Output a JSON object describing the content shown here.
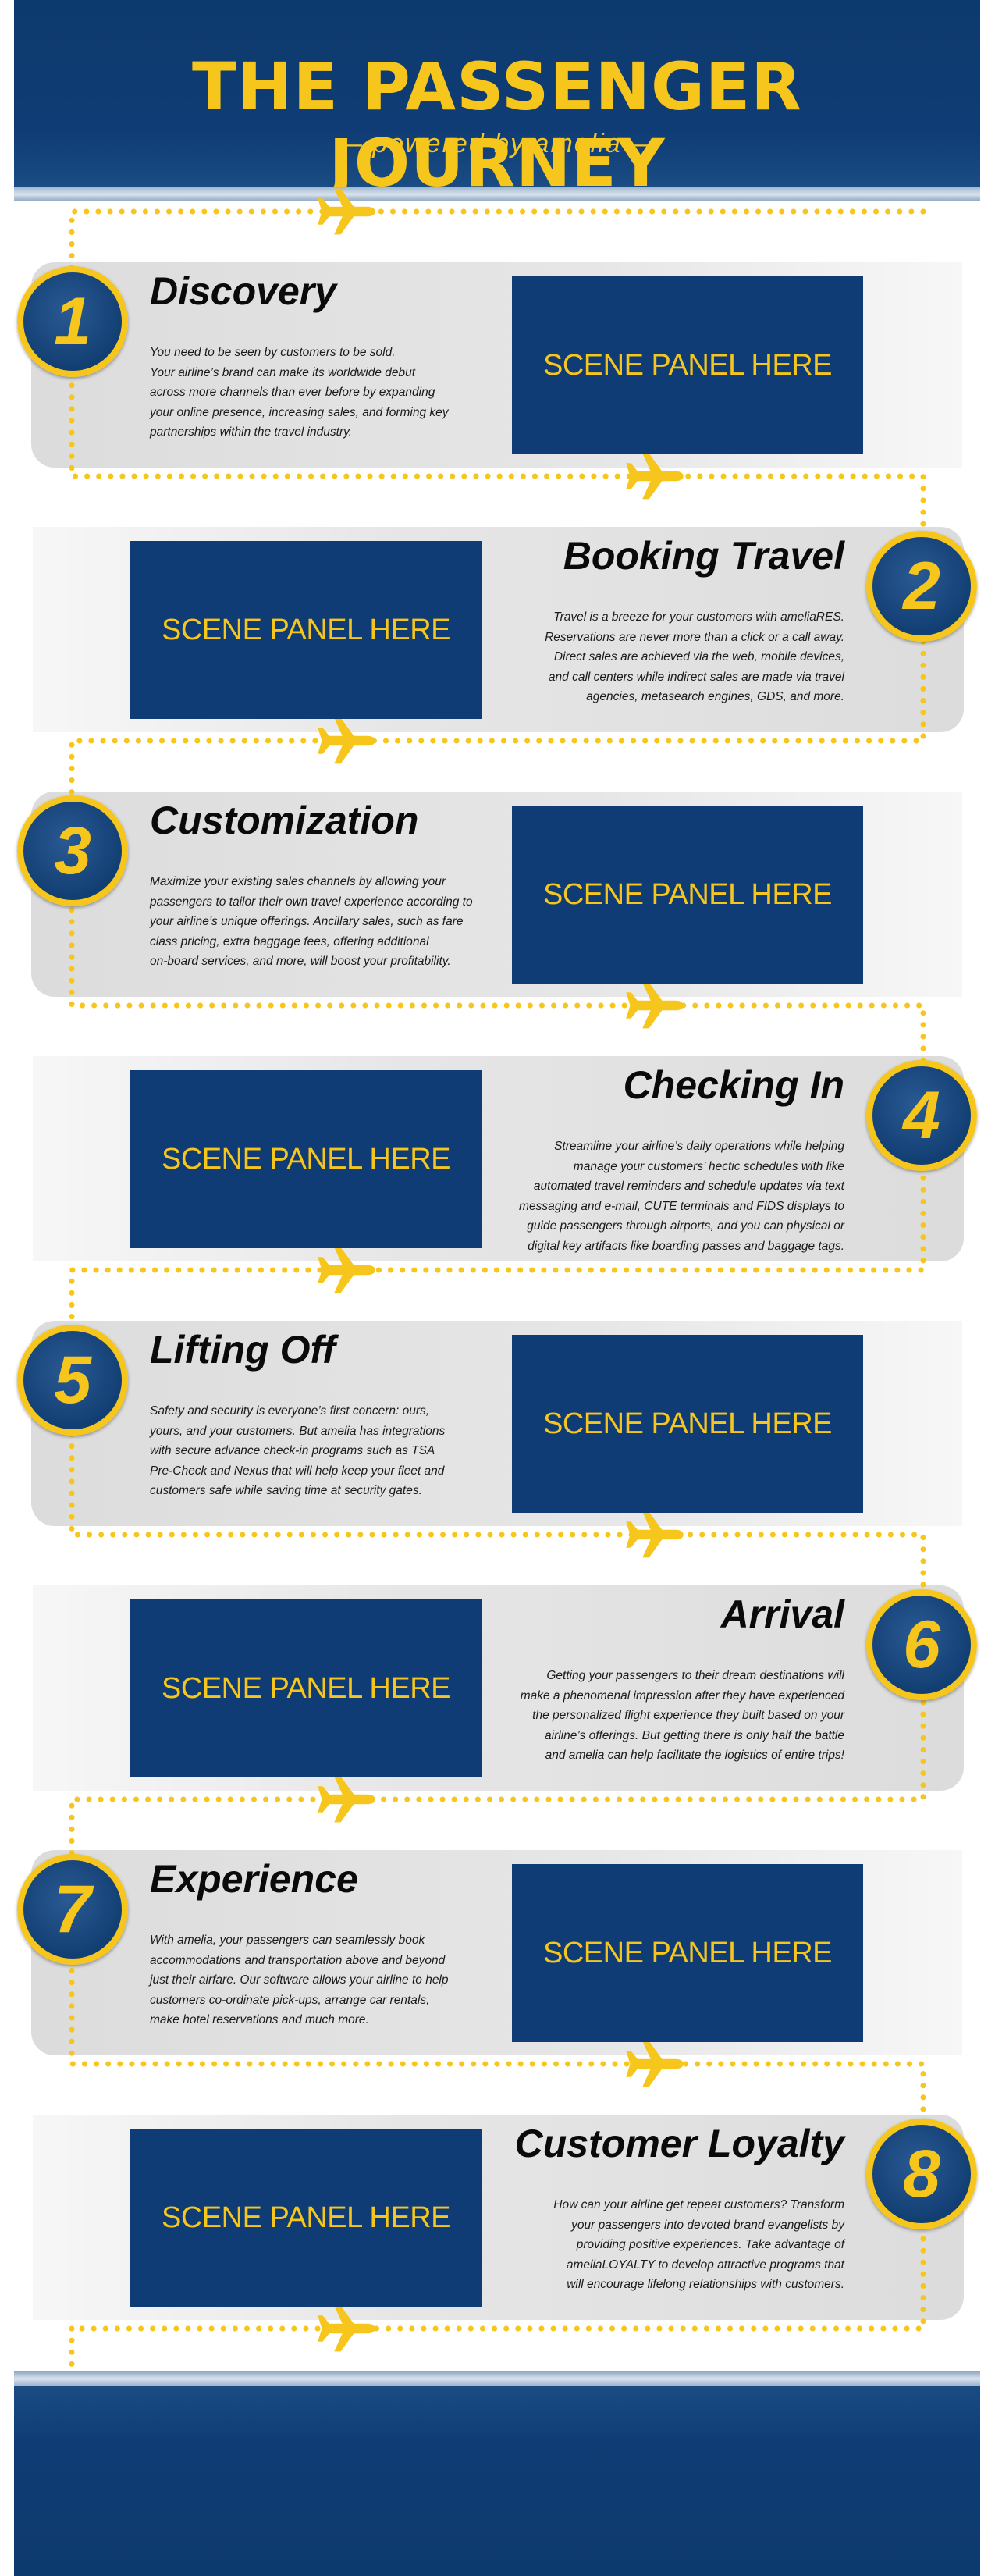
{
  "header": {
    "title": "THE PASSENGER JOURNEY",
    "subtitle": "— powered by amelia —"
  },
  "colors": {
    "navy": "#0f3c74",
    "gold": "#f7c61d",
    "band_gray": "#e2e2e2"
  },
  "icons": {
    "plane": "airplane-icon"
  },
  "steps": [
    {
      "number": "1",
      "title": "Discovery",
      "panel": "SCENE PANEL HERE",
      "lines": [
        "You need to be seen by customers to be sold.",
        "Your airline’s brand can make its worldwide debut",
        "across more channels than ever before by expanding",
        "your online presence, increasing sales, and forming key",
        "partnerships within the travel industry."
      ]
    },
    {
      "number": "2",
      "title": "Booking Travel",
      "panel": "SCENE PANEL HERE",
      "lines": [
        "Travel is a breeze for your customers with ameliaRES.",
        "Reservations are never more than a click or a call away.",
        "Direct sales are achieved via the web, mobile devices,",
        "and call centers while indirect sales are made via travel",
        "agencies, metasearch engines, GDS, and more."
      ]
    },
    {
      "number": "3",
      "title": "Customization",
      "panel": "SCENE PANEL HERE",
      "lines": [
        "Maximize your existing sales channels by allowing your",
        "passengers to tailor their own travel experience according to",
        "your airline’s unique offerings. Ancillary sales, such as fare",
        "class pricing, extra baggage fees, offering additional",
        "on-board services, and more, will boost your profitability."
      ]
    },
    {
      "number": "4",
      "title": "Checking In",
      "panel": "SCENE PANEL HERE",
      "lines": [
        "Streamline your airline’s daily operations while helping",
        "manage your customers’ hectic schedules with like",
        "automated travel reminders and schedule updates via text",
        "messaging and e-mail, CUTE terminals and FIDS displays to",
        "guide passengers through airports, and you can physical or",
        "digital key artifacts like boarding passes and baggage tags."
      ]
    },
    {
      "number": "5",
      "title": "Lifting Off",
      "panel": "SCENE PANEL HERE",
      "lines": [
        "Safety and security is everyone’s first concern: ours,",
        "yours, and your customers. But amelia has integrations",
        "with secure advance check-in programs such as TSA",
        "Pre-Check and Nexus that will help keep your fleet and",
        "customers safe while saving time at security gates."
      ]
    },
    {
      "number": "6",
      "title": "Arrival",
      "panel": "SCENE PANEL HERE",
      "lines": [
        "Getting your passengers to their dream destinations will",
        "make a phenomenal impression after they have experienced",
        "the personalized flight experience they built based on your",
        "airline’s offerings. But getting there is only half the battle",
        "and amelia can help facilitate the logistics of entire trips!"
      ]
    },
    {
      "number": "7",
      "title": "Experience",
      "panel": "SCENE PANEL HERE",
      "lines": [
        "With amelia, your passengers can seamlessly book",
        "accommodations and transportation above and beyond",
        "just their airfare. Our software allows your airline to help",
        "customers co-ordinate pick-ups, arrange car rentals,",
        "make hotel reservations and much more."
      ]
    },
    {
      "number": "8",
      "title": "Customer Loyalty",
      "panel": "SCENE PANEL HERE",
      "lines": [
        "How can your airline get repeat customers? Transform",
        "your passengers into devoted brand evangelists by",
        "providing positive experiences. Take advantage of",
        "ameliaLOYALTY to develop attractive programs that",
        "will encourage lifelong relationships with customers."
      ]
    }
  ]
}
